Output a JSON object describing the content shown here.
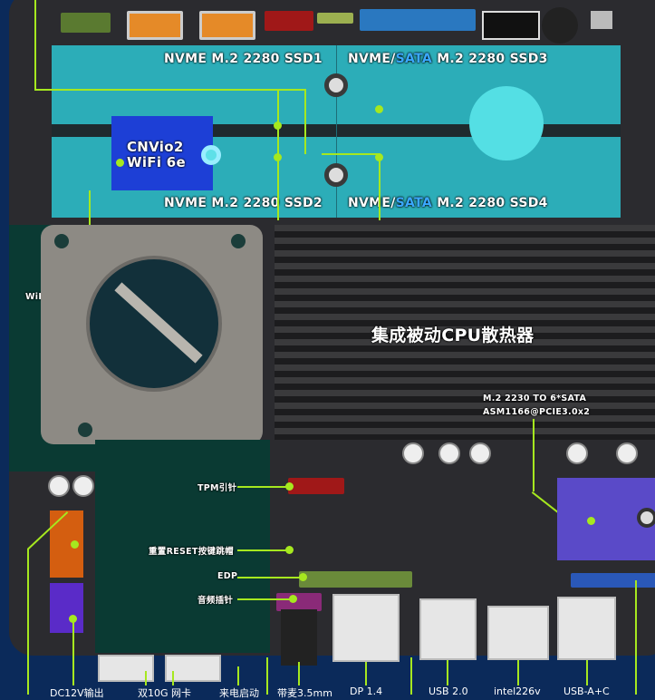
{
  "ssd_slots": {
    "ssd1": "NVME M.2 2280 SSD1",
    "ssd2": "NVME M.2 2280 SSD2",
    "ssd3_prefix": "NVME/",
    "ssd3_sata": "SATA",
    "ssd3_suffix": " M.2 2280 SSD3",
    "ssd4_prefix": "NVME/",
    "ssd4_sata": "SATA",
    "ssd4_suffix": " M.2 2280 SSD4"
  },
  "wifi": {
    "line1": "CNVio2",
    "line2": "WiFi 6e"
  },
  "heatsink_label": "集成被动CPU散热器",
  "sata_module": {
    "line1": "M.2 2230 TO 6*SATA",
    "line2": "ASM1166@PCIE3.0x2"
  },
  "side_labels": {
    "tpm": "TPM引针",
    "reset": "重置RESET按键跳帽",
    "edp": "EDP",
    "audio": "音频插针"
  },
  "fan_partial_label": "WiF",
  "bottom_labels": [
    "DC12V输出",
    "双10G 网卡",
    "来电启动",
    "带麦3.5mm",
    "DP 1.4",
    "USB 2.0",
    "intel226v",
    "USB-A+C"
  ],
  "colors": {
    "background": "#0b2a5a",
    "callout": "#a6e81f",
    "ssd_area": "#2cb4c0",
    "sata_text": "#3aa8ff"
  }
}
